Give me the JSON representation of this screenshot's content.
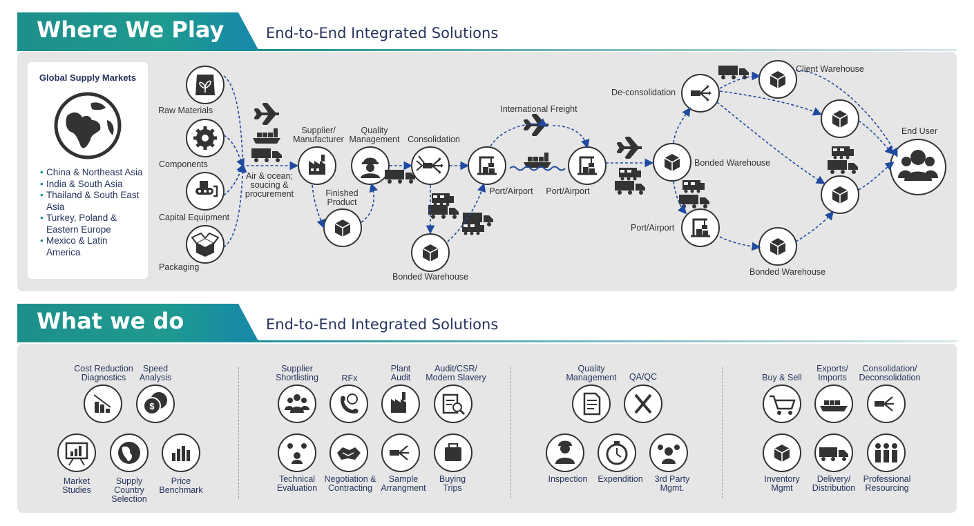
{
  "section1": {
    "title": "Where We Play",
    "subtitle": "End-to-End Integrated Solutions"
  },
  "section2": {
    "title": "What we do",
    "subtitle": "End-to-End Integrated Solutions"
  },
  "global_markets": {
    "title": "Global Supply Markets",
    "icon": "globe-icon",
    "items": [
      "China & Northeast Asia",
      "India & South Asia",
      "Thailand & South East Asia",
      "Turkey, Poland & Eastern Europe",
      "Mexico & Latin America"
    ]
  },
  "flow": {
    "raw_materials": "Raw Materials",
    "components": "Components",
    "capital_equipment": "Capital Equipment",
    "packaging": "Packaging",
    "air_ocean": "Air & ocean;\nsoucing &\nprocurement",
    "supplier": "Supplier/\nManufacturer",
    "finished_product": "Finished\nProduct",
    "quality_management": "Quality\nManagement",
    "consolidation": "Consolidation",
    "bonded_warehouse_1": "Bonded Warehouse",
    "port_airport_1": "Port/Airport",
    "international_freight": "International Freight",
    "port_airport_2": "Port/Airport",
    "bonded_warehouse_2": "Bonded Warehouse",
    "deconsolidation": "De-consolidation",
    "client_warehouse": "Client Warehouse",
    "port_airport_3": "Port/Airport",
    "bonded_warehouse_3": "Bonded Warehouse",
    "end_user": "End User"
  },
  "services": {
    "group1": [
      {
        "label": "Cost Reduction\nDiagnostics",
        "icon": "bar-chart-down-icon"
      },
      {
        "label": "Speed\nAnalysis",
        "icon": "coins-icon"
      },
      {
        "label": "Market\nStudies",
        "icon": "presentation-board-icon"
      },
      {
        "label": "Supply\nCountry\nSelection",
        "icon": "globe-icon"
      },
      {
        "label": "Price\nBenchmark",
        "icon": "bar-chart-icon"
      }
    ],
    "group2": [
      {
        "label": "Supplier\nShortlisting",
        "icon": "people-group-icon"
      },
      {
        "label": "RFx",
        "icon": "phone-support-icon"
      },
      {
        "label": "Plant\nAudit",
        "icon": "factory-icon"
      },
      {
        "label": "Audit/CSR/\nModern Slavery",
        "icon": "document-magnifier-icon"
      },
      {
        "label": "Technical\nEvaluation",
        "icon": "gears-person-icon"
      },
      {
        "label": "Negotiation &\nContracting",
        "icon": "handshake-icon"
      },
      {
        "label": "Sample\nArrangment",
        "icon": "arrows-split-icon"
      },
      {
        "label": "Buying\nTrips",
        "icon": "suitcase-icon"
      }
    ],
    "group3": [
      {
        "label": "Quality\nManagement",
        "icon": "document-icon"
      },
      {
        "label": "QA/QC",
        "icon": "tools-icon"
      },
      {
        "label": "Inspection",
        "icon": "worker-icon"
      },
      {
        "label": "Expendition",
        "icon": "stopwatch-icon"
      },
      {
        "label": "3rd Party\nMgmt.",
        "icon": "people-network-icon"
      }
    ],
    "group4": [
      {
        "label": "Buy & Sell",
        "icon": "shopping-cart-icon"
      },
      {
        "label": "Exports/\nImports",
        "icon": "cargo-ship-icon"
      },
      {
        "label": "Consolidation/\nDeconsolidation",
        "icon": "arrows-split-icon"
      },
      {
        "label": "Inventory\nMgmt",
        "icon": "box-icon"
      },
      {
        "label": "Delivery/\nDistribution",
        "icon": "truck-icon"
      },
      {
        "label": "Professional\nResourcing",
        "icon": "team-icon"
      }
    ]
  }
}
